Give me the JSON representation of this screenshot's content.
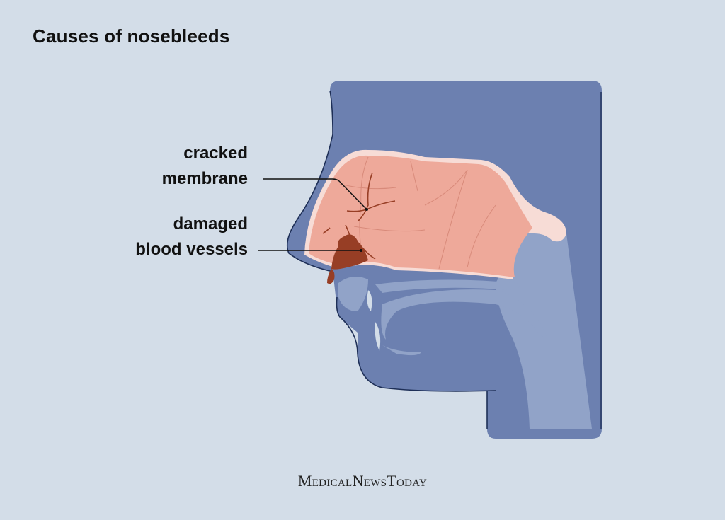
{
  "title": "Causes of nosebleeds",
  "labels": {
    "cracked_membrane_line1": "cracked",
    "cracked_membrane_line2": "membrane",
    "damaged_vessels_line1": "damaged",
    "damaged_vessels_line2": "blood vessels"
  },
  "brand": {
    "part1_cap": "M",
    "part1_rest": "EDICAL",
    "part2_cap": "N",
    "part2_rest": "EWS",
    "part3_cap": "T",
    "part3_rest": "ODAY"
  },
  "colors": {
    "background": "#d3dde8",
    "head_dark": "#6c80b0",
    "head_light": "#91a3c8",
    "membrane": "#eea99a",
    "membrane_edge": "#f7dcd6",
    "blood": "#973e25",
    "outline": "#1e2f57"
  }
}
